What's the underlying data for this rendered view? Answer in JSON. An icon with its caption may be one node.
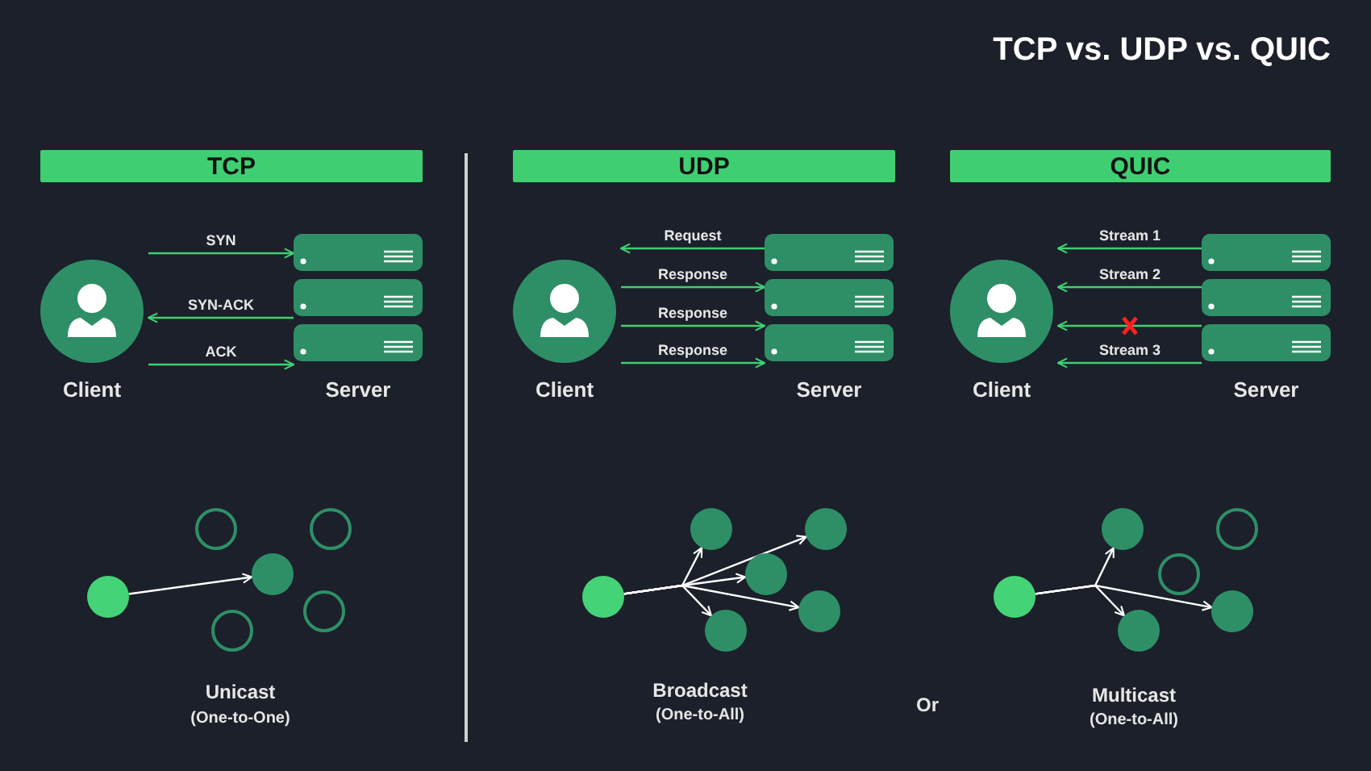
{
  "diagram": {
    "title": "TCP vs. UDP vs. QUIC",
    "nodes": [
      {
        "text": [
          "TCP"
        ]
      },
      {
        "text": [
          "Client"
        ]
      },
      {
        "text": [
          "Server"
        ]
      },
      {
        "text": [
          "UDP"
        ]
      },
      {
        "text": [
          "Client"
        ]
      },
      {
        "text": [
          "Server"
        ]
      },
      {
        "text": [
          "QUIC"
        ]
      },
      {
        "text": [
          "Client"
        ]
      },
      {
        "text": [
          "Server"
        ]
      },
      {
        "text": [],
        "shape": "circle"
      },
      {
        "text": [],
        "shape": "circle"
      },
      {
        "text": [],
        "shape": "circle"
      },
      {
        "text": [],
        "shape": "circle"
      },
      {
        "text": [],
        "shape": "circle"
      },
      {
        "text": [],
        "shape": "circle"
      },
      {
        "text": [],
        "shape": "circle"
      },
      {
        "text": [],
        "shape": "circle"
      },
      {
        "text": [],
        "shape": "circle"
      },
      {
        "text": [],
        "shape": "circle"
      },
      {
        "text": [],
        "shape": "circle"
      },
      {
        "text": [],
        "shape": "circle"
      },
      {
        "text": [],
        "shape": "circle"
      },
      {
        "text": [],
        "shape": "circle"
      },
      {
        "text": [],
        "shape": "circle"
      },
      {
        "text": [],
        "shape": "circle"
      },
      {
        "text": [],
        "shape": "circle"
      },
      {
        "text": [],
        "shape": "circle"
      }
    ],
    "edges": [
      {
        "from": 1,
        "to": 2,
        "arrow": "to",
        "label": "SYN"
      },
      {
        "from": 2,
        "to": 1,
        "arrow": "to",
        "label": "SYN-ACK"
      },
      {
        "from": 1,
        "to": 2,
        "arrow": "to",
        "label": "ACK"
      },
      {
        "from": 5,
        "to": 4,
        "arrow": "to",
        "label": "Request"
      },
      {
        "from": 4,
        "to": 5,
        "arrow": "to",
        "label": "Response"
      },
      {
        "from": 4,
        "to": 5,
        "arrow": "to",
        "label": "Response"
      },
      {
        "from": 4,
        "to": 5,
        "arrow": "to",
        "label": "Response"
      },
      {
        "from": 8,
        "to": 7,
        "arrow": "to",
        "label": "Stream 1"
      },
      {
        "from": 8,
        "to": 7,
        "arrow": "to",
        "label": "Stream 2"
      },
      {
        "from": 8,
        "to": 7,
        "arrow": "to"
      },
      {
        "from": 8,
        "to": 7,
        "arrow": "to",
        "label": "Stream 3"
      },
      {
        "from": 9,
        "to": 12,
        "arrow": "to",
        "color": "#ffffff"
      },
      {
        "from": 15,
        "to": 16,
        "arrow": "to",
        "color": "#ffffff"
      },
      {
        "from": 15,
        "to": 17,
        "arrow": "to",
        "color": "#ffffff"
      },
      {
        "from": 15,
        "to": 18,
        "arrow": "to",
        "color": "#ffffff"
      },
      {
        "from": 15,
        "to": 19,
        "arrow": "to",
        "color": "#ffffff"
      },
      {
        "from": 15,
        "to": 20,
        "arrow": "to",
        "color": "#ffffff"
      },
      {
        "from": 21,
        "to": 22,
        "arrow": "to",
        "color": "#ffffff"
      },
      {
        "from": 21,
        "to": 23,
        "arrow": "to",
        "color": "#ffffff"
      },
      {
        "from": 21,
        "to": 25,
        "arrow": "to",
        "color": "#ffffff"
      }
    ],
    "labels": [
      "Unicast",
      "(One-to-One)",
      "Broadcast",
      "(One-to-All)",
      "Or",
      "Multicast",
      "(One-to-All)"
    ]
  }
}
